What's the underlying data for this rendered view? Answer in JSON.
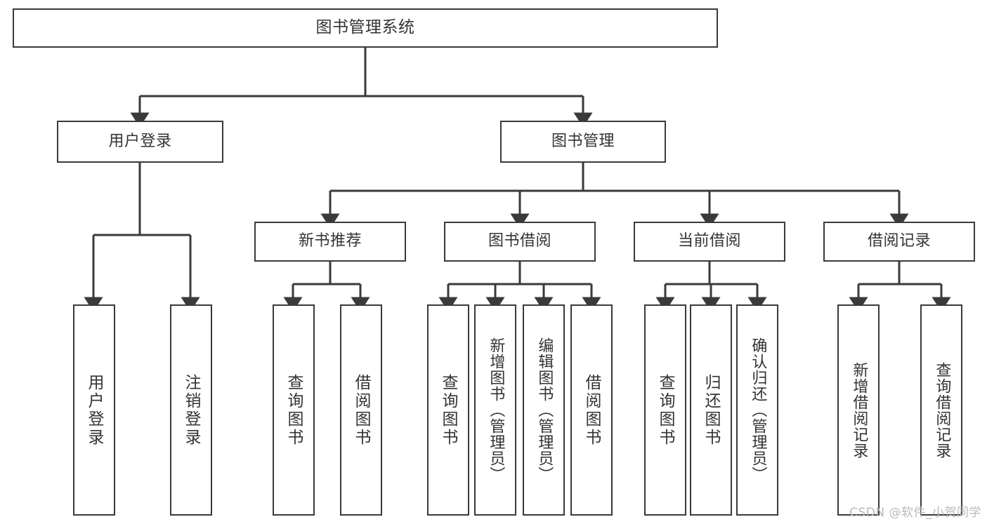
{
  "diagram": {
    "title": "图书管理系统",
    "type": "tree",
    "watermark": "CSDN @软件_小贺同学",
    "line_color": "#3a3a3a",
    "box_fill": "#ffffff",
    "text_color": "#333333",
    "root": {
      "label": "图书管理系统"
    },
    "level2": [
      {
        "label": "用户登录"
      },
      {
        "label": "图书管理"
      }
    ],
    "level3": [
      {
        "label": "新书推荐"
      },
      {
        "label": "图书借阅"
      },
      {
        "label": "当前借阅"
      },
      {
        "label": "借阅记录"
      }
    ],
    "leaves": {
      "user_login": [
        {
          "label": "用户登录"
        },
        {
          "label": "注销登录"
        }
      ],
      "new_book": [
        {
          "label": "查询图书"
        },
        {
          "label": "借阅图书"
        }
      ],
      "book_borrow": [
        {
          "label": "查询图书"
        },
        {
          "label": "新增图书（管理员）"
        },
        {
          "label": "编辑图书（管理员）"
        },
        {
          "label": "借阅图书"
        }
      ],
      "current_borrow": [
        {
          "label": "查询图书"
        },
        {
          "label": "归还图书"
        },
        {
          "label": "确认归还（管理员）"
        }
      ],
      "borrow_record": [
        {
          "label": "新增借阅记录"
        },
        {
          "label": "查询借阅记录"
        }
      ]
    }
  }
}
